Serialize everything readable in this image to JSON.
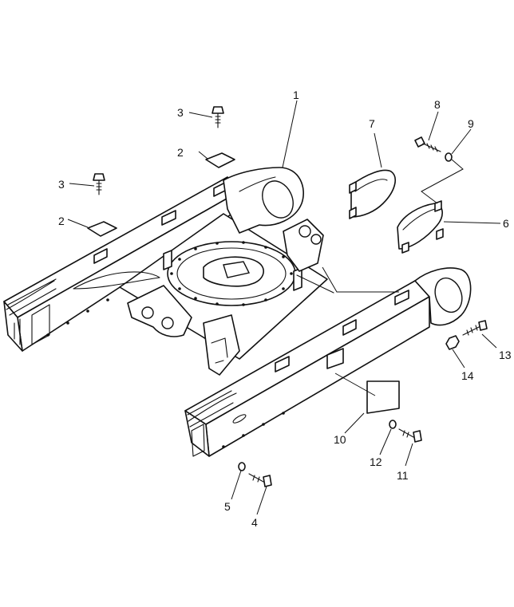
{
  "callouts": [
    {
      "id": "c1",
      "label": "1"
    },
    {
      "id": "c2a",
      "label": "2"
    },
    {
      "id": "c2b",
      "label": "2"
    },
    {
      "id": "c3a",
      "label": "3"
    },
    {
      "id": "c3b",
      "label": "3"
    },
    {
      "id": "c4",
      "label": "4"
    },
    {
      "id": "c5",
      "label": "5"
    },
    {
      "id": "c6",
      "label": "6"
    },
    {
      "id": "c7",
      "label": "7"
    },
    {
      "id": "c8",
      "label": "8"
    },
    {
      "id": "c9",
      "label": "9"
    },
    {
      "id": "c10",
      "label": "10"
    },
    {
      "id": "c11",
      "label": "11"
    },
    {
      "id": "c12",
      "label": "12"
    },
    {
      "id": "c13",
      "label": "13"
    },
    {
      "id": "c14",
      "label": "14"
    }
  ]
}
